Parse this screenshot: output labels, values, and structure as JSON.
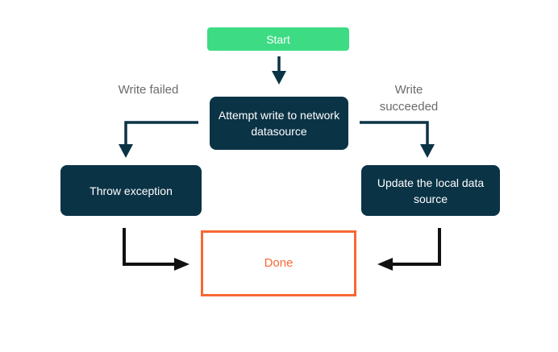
{
  "diagram": {
    "type": "flowchart",
    "nodes": {
      "start": {
        "label": "Start"
      },
      "attempt_write": {
        "label": "Attempt write to network datasource"
      },
      "throw_exception": {
        "label": "Throw exception"
      },
      "update_local": {
        "label": "Update the local data source"
      },
      "done": {
        "label": "Done"
      }
    },
    "edge_labels": {
      "write_failed": "Write failed",
      "write_succeeded": "Write succeeded"
    },
    "colors": {
      "green": "#3ddc84",
      "navy": "#0b3346",
      "orange": "#f86734",
      "gray-label": "#6b6b6b",
      "arrow-black": "#111111",
      "bg": "#ffffff"
    }
  }
}
